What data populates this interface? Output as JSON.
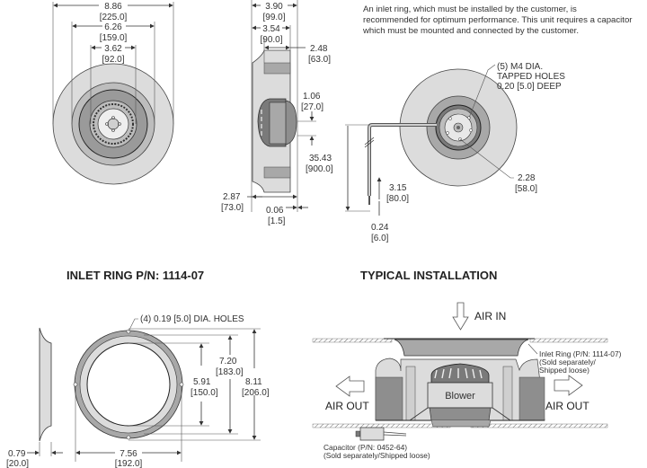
{
  "note": "An inlet ring, which must be installed by the customer, is recommended for optimum performance. This unit requires a capacitor which must be mounted and connected by the customer.",
  "front_view": {
    "dims": [
      {
        "in": "8.86",
        "mm": "[225.0]"
      },
      {
        "in": "6.26",
        "mm": "[159.0]"
      },
      {
        "in": "3.62",
        "mm": "[92.0]"
      }
    ]
  },
  "side_view": {
    "dims": [
      {
        "in": "3.90",
        "mm": "[99.0]"
      },
      {
        "in": "3.54",
        "mm": "[90.0]"
      },
      {
        "in": "2.48",
        "mm": "[63.0]"
      },
      {
        "in": "1.06",
        "mm": "[27.0]"
      },
      {
        "in": "2.87",
        "mm": "[73.0]"
      },
      {
        "in": "0.06",
        "mm": "[1.5]"
      }
    ]
  },
  "rear_view": {
    "callout_lines": [
      "(5) M4 DIA.",
      "TAPPED HOLES",
      "0.20 [5.0] DEEP"
    ],
    "dims": [
      {
        "in": "35.43",
        "mm": "[900.0]"
      },
      {
        "in": "2.28",
        "mm": "[58.0]"
      },
      {
        "in": "3.15",
        "mm": "[80.0]"
      },
      {
        "in": "0.24",
        "mm": "[6.0]"
      }
    ]
  },
  "inlet_ring": {
    "title": "INLET RING P/N: 1114-07",
    "holes_callout": "(4) 0.19 [5.0] DIA. HOLES",
    "dims": [
      {
        "in": "7.20",
        "mm": "[183.0]"
      },
      {
        "in": "5.91",
        "mm": "[150.0]"
      },
      {
        "in": "8.11",
        "mm": "[206.0]"
      },
      {
        "in": "0.79",
        "mm": "[20.0]"
      },
      {
        "in": "7.56",
        "mm": "[192.0]"
      }
    ]
  },
  "installation": {
    "title": "TYPICAL INSTALLATION",
    "air_in": "AIR IN",
    "air_out_left": "AIR OUT",
    "air_out_right": "AIR OUT",
    "blower": "Blower",
    "inlet_ring_note": [
      "Inlet Ring (P/N: 1114-07)",
      "(Sold separately/",
      "Shipped loose)"
    ],
    "capacitor_note": [
      "Capacitor (P/N: 0452-64)",
      "(Sold separately/Shipped loose)"
    ]
  },
  "colors": {
    "light_gray": "#dcdcdc",
    "mid_gray": "#a8a8a8",
    "dark_gray": "#7a7a7a",
    "line": "#333333"
  }
}
